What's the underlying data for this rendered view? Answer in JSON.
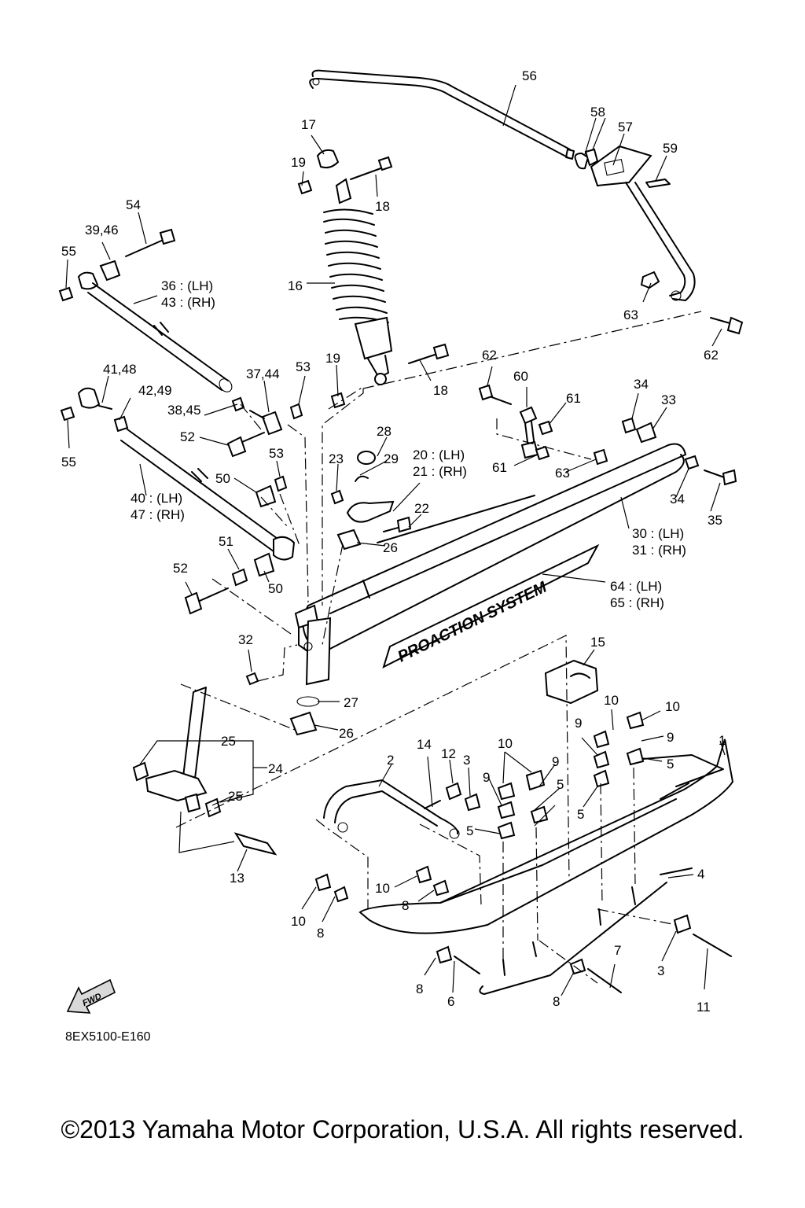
{
  "callouts": {
    "c1": "1",
    "c2": "2",
    "c3a": "3",
    "c3b": "3",
    "c4": "4",
    "c5a": "5",
    "c5b": "5",
    "c5c": "5",
    "c5d": "5",
    "c6": "6",
    "c7": "7",
    "c8a": "8",
    "c8b": "8",
    "c8c": "8",
    "c8d": "8",
    "c9a": "9",
    "c9b": "9",
    "c9c": "9",
    "c9d": "9",
    "c10a": "10",
    "c10b": "10",
    "c10c": "10",
    "c10d": "10",
    "c10e": "10",
    "c11": "11",
    "c12": "12",
    "c13": "13",
    "c14": "14",
    "c15": "15",
    "c16": "16",
    "c17": "17",
    "c18a": "18",
    "c18b": "18",
    "c19a": "19",
    "c19b": "19",
    "c20": "20 : (LH)",
    "c21": "21 : (RH)",
    "c22": "22",
    "c23": "23",
    "c24": "24",
    "c25a": "25",
    "c25b": "25",
    "c26a": "26",
    "c26b": "26",
    "c27": "27",
    "c28": "28",
    "c29": "29",
    "c30": "30 : (LH)",
    "c31": "31 : (RH)",
    "c32": "32",
    "c33": "33",
    "c34a": "34",
    "c34b": "34",
    "c35": "35",
    "c36": "36 : (LH)",
    "c43": "43 : (RH)",
    "c3744": "37,44",
    "c3845": "38,45",
    "c3946": "39,46",
    "c40": "40 : (LH)",
    "c47": "47 : (RH)",
    "c4148": "41,48",
    "c4249": "42,49",
    "c50a": "50",
    "c50b": "50",
    "c51": "51",
    "c52a": "52",
    "c52b": "52",
    "c53a": "53",
    "c53b": "53",
    "c54": "54",
    "c55a": "55",
    "c55b": "55",
    "c56": "56",
    "c57": "57",
    "c58": "58",
    "c59": "59",
    "c60": "60",
    "c61a": "61",
    "c61b": "61",
    "c62a": "62",
    "c62b": "62",
    "c63a": "63",
    "c63b": "63",
    "c64": "64 : (LH)",
    "c65": "65 : (RH)"
  },
  "decal_text": "PROACTION SYSTEM",
  "fwd_label": "FWD",
  "diagram_code": "8EX5100-E160",
  "copyright": "©2013 Yamaha Motor Corporation, U.S.A. All rights reserved."
}
